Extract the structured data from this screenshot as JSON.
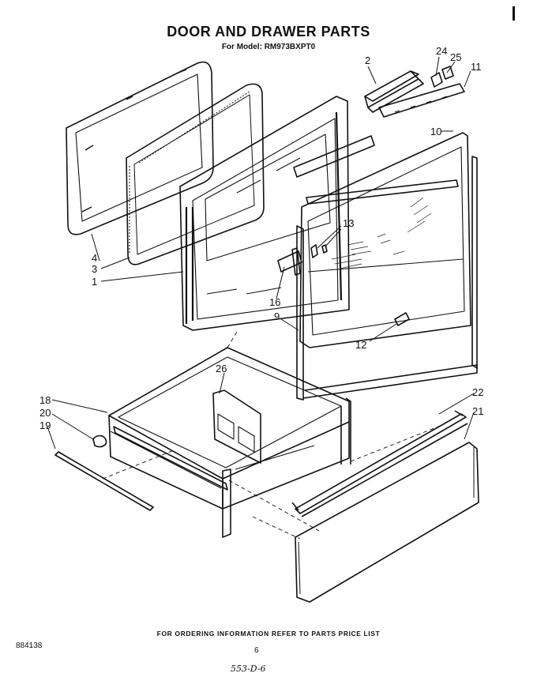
{
  "header": {
    "title": "DOOR AND DRAWER PARTS",
    "subtitle": "For Model: RM973BXPT0"
  },
  "part_labels": [
    "2",
    "24",
    "25",
    "11",
    "10",
    "13",
    "4",
    "3",
    "1",
    "16",
    "9",
    "12",
    "26",
    "18",
    "20",
    "19",
    "22",
    "21"
  ],
  "footer": {
    "ordering_note": "FOR ORDERING INFORMATION REFER TO PARTS PRICE LIST",
    "doc_number": "884138",
    "page_number": "6",
    "handwritten_code": "553-D-6"
  }
}
